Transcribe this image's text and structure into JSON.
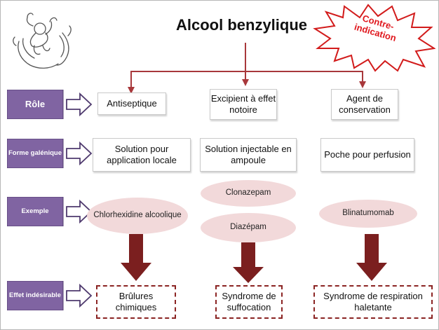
{
  "title": "Alcool benzylique",
  "badge": "Contre-indication",
  "rows": {
    "role": "Rôle",
    "forme": "Forme galénique",
    "exemple": "Exemple",
    "effet": "Effet indésirable"
  },
  "columns": [
    {
      "role": "Antiseptique",
      "forme": "Solution pour application locale",
      "exemples": [
        "Chlorhexidine alcoolique"
      ],
      "effet": "Brûlures chimiques"
    },
    {
      "role": "Excipient à effet notoire",
      "forme": "Solution injectable en ampoule",
      "exemples": [
        "Clonazepam",
        "Diazépam"
      ],
      "effet": "Syndrome de suffocation"
    },
    {
      "role": "Agent de conservation",
      "forme": "Poche pour perfusion",
      "exemples": [
        "Blinatumomab"
      ],
      "effet": "Syndrome de respiration haletante"
    }
  ],
  "colors": {
    "connector": "#a8383b",
    "row_label": "#8064a2",
    "row_label_border": "#4f3a6e",
    "oval": "#f2d9da",
    "down_arrow": "#7b1f1f",
    "effect_border": "#8b2423",
    "badge_text": "#e0181e",
    "badge_border": "#d21b1b"
  },
  "icons": {
    "illustration": "baby-in-hands-icon",
    "badge_shape": "starburst"
  }
}
